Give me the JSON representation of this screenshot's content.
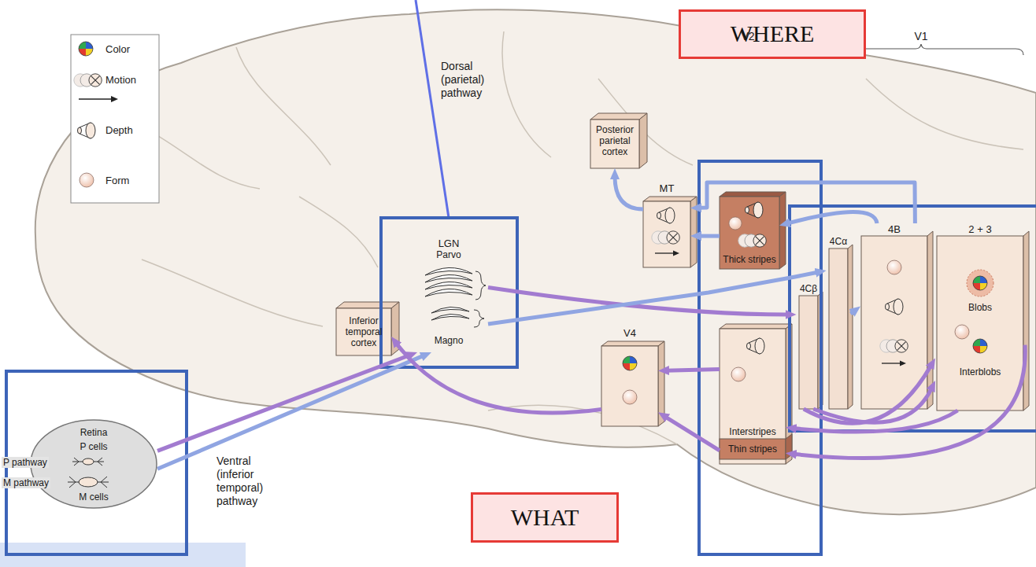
{
  "diagram": {
    "nodes": [
      {
        "text": [
          "WHERE"
        ]
      },
      {
        "text": [
          "Posterior parietal cortex"
        ]
      },
      {
        "text": [
          "MT"
        ]
      },
      {
        "text": [
          "Thick stripes"
        ]
      },
      {
        "text": [
          "4Cα"
        ]
      },
      {
        "text": [
          "4Cβ"
        ]
      },
      {
        "text": [
          "4B"
        ]
      },
      {
        "text": [
          "2 + 3",
          "Blobs",
          "Interblobs"
        ]
      },
      {
        "text": [
          "LGN",
          "Parvo",
          "Magno"
        ]
      },
      {
        "text": [
          "Inferior temporal cortex"
        ]
      },
      {
        "text": [
          "V4"
        ]
      },
      {
        "text": [
          "Interstripes",
          "Thin stripes"
        ]
      },
      {
        "text": [
          "Retina",
          "P cells",
          "M cells"
        ]
      },
      {
        "text": [
          "WHAT"
        ]
      }
    ],
    "edges": [
      {
        "from": 12,
        "to": 8,
        "arrow": "to"
      },
      {
        "from": 12,
        "to": 8,
        "arrow": "to"
      },
      {
        "from": 8,
        "to": 5,
        "arrow": "to"
      },
      {
        "from": 8,
        "to": 4,
        "arrow": "to"
      },
      {
        "from": 4,
        "to": 6,
        "arrow": "to"
      },
      {
        "from": 5,
        "to": 7,
        "arrow": "to"
      },
      {
        "from": 5,
        "to": 7,
        "arrow": "to"
      },
      {
        "from": 6,
        "to": 3,
        "arrow": "to"
      },
      {
        "from": 6,
        "to": 2,
        "arrow": "to"
      },
      {
        "from": 3,
        "to": 2,
        "arrow": "to"
      },
      {
        "from": 2,
        "to": 1,
        "arrow": "to"
      },
      {
        "from": 7,
        "to": 11,
        "arrow": "to"
      },
      {
        "from": 7,
        "to": 11,
        "arrow": "to"
      },
      {
        "from": 11,
        "to": 10,
        "arrow": "to"
      },
      {
        "from": 11,
        "to": 10,
        "arrow": "to"
      },
      {
        "from": 10,
        "to": 9,
        "arrow": "to"
      }
    ],
    "labels": [
      "Dorsal (parietal) pathway",
      "V2",
      "V1",
      "Ventral (inferior temporal) pathway",
      "P pathway",
      "M pathway"
    ],
    "legend": [
      {
        "text": "Color"
      },
      {
        "text": "Motion"
      },
      {
        "text": "Depth"
      },
      {
        "text": "Form"
      }
    ]
  }
}
